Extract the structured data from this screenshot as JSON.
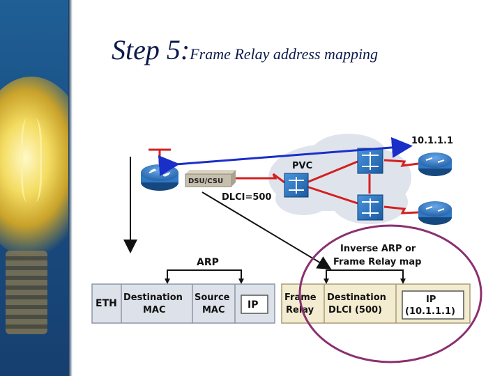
{
  "slide": {
    "title_main": "Step 5:",
    "title_sub": "Frame Relay address mapping"
  },
  "diagram": {
    "remote_ip": "10.1.1.1",
    "pvc_label": "PVC",
    "dsu_label": "DSU/CSU",
    "dlci_label": "DLCI=500",
    "arp_label": "ARP",
    "inverse_arp_line1": "Inverse ARP or",
    "inverse_arp_line2": "Frame Relay map",
    "left_frame": {
      "eth": "ETH",
      "dest_mac_line1": "Destination",
      "dest_mac_line2": "MAC",
      "src_mac_line1": "Source",
      "src_mac_line2": "MAC",
      "ip": "IP"
    },
    "right_frame": {
      "fr_line1": "Frame",
      "fr_line2": "Relay",
      "dlci_line1": "Destination",
      "dlci_line2": "DLCI (500)",
      "ip_line1": "IP",
      "ip_line2": "(10.1.1.1)"
    },
    "colors": {
      "router": "#2f78c4",
      "link_red": "#d42020",
      "link_blue": "#1a2fc8",
      "cloud": "#dfe4ec",
      "frame_gray": "#dde2ea",
      "frame_tan": "#f3ecd0",
      "highlight_circle": "#8a3070"
    }
  }
}
